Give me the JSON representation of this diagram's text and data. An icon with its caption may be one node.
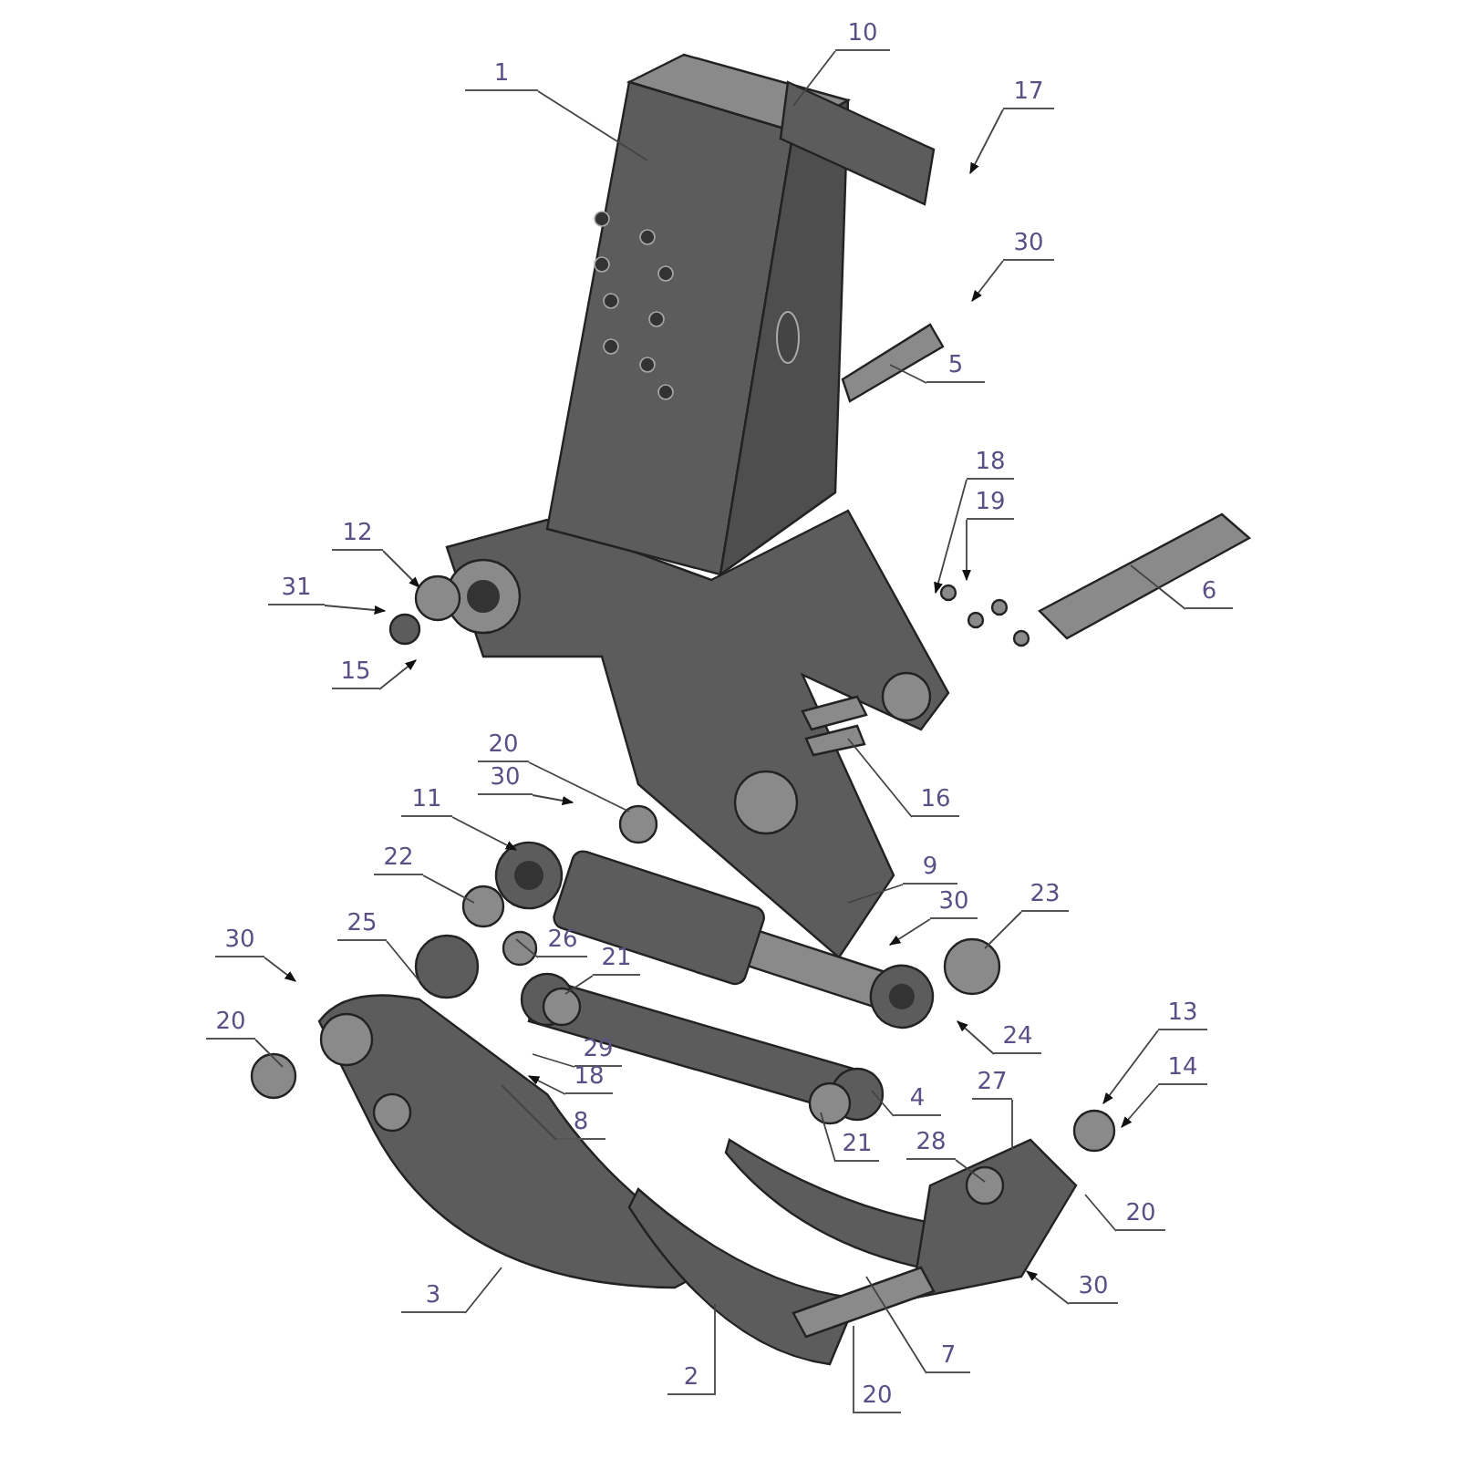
{
  "diagram": {
    "nodes": [
      {
        "text": [
          "1"
        ]
      },
      {
        "text": [
          "10"
        ]
      },
      {
        "text": [
          "17"
        ]
      },
      {
        "text": [
          "30"
        ]
      },
      {
        "text": [
          "5"
        ]
      },
      {
        "text": [
          "18"
        ]
      },
      {
        "text": [
          "19"
        ]
      },
      {
        "text": [
          "6"
        ]
      },
      {
        "text": [
          "12"
        ]
      },
      {
        "text": [
          "31"
        ]
      },
      {
        "text": [
          "15"
        ]
      },
      {
        "text": [
          "16"
        ]
      },
      {
        "text": [
          "20"
        ]
      },
      {
        "text": [
          "30"
        ]
      },
      {
        "text": [
          "11"
        ]
      },
      {
        "text": [
          "9"
        ]
      },
      {
        "text": [
          "30"
        ]
      },
      {
        "text": [
          "23"
        ]
      },
      {
        "text": [
          "22"
        ]
      },
      {
        "text": [
          "25"
        ]
      },
      {
        "text": [
          "26"
        ]
      },
      {
        "text": [
          "30"
        ]
      },
      {
        "text": [
          "21"
        ]
      },
      {
        "text": [
          "24"
        ]
      },
      {
        "text": [
          "13"
        ]
      },
      {
        "text": [
          "14"
        ]
      },
      {
        "text": [
          "20"
        ]
      },
      {
        "text": [
          "29"
        ]
      },
      {
        "text": [
          "18"
        ]
      },
      {
        "text": [
          "8"
        ]
      },
      {
        "text": [
          "4"
        ]
      },
      {
        "text": [
          "21"
        ]
      },
      {
        "text": [
          "27"
        ]
      },
      {
        "text": [
          "28"
        ]
      },
      {
        "text": [
          "20"
        ]
      },
      {
        "text": [
          "30"
        ]
      },
      {
        "text": [
          "3"
        ]
      },
      {
        "text": [
          "7"
        ]
      },
      {
        "text": [
          "2"
        ]
      },
      {
        "text": [
          "20"
        ]
      }
    ],
    "edges": [
      {
        "from": 0,
        "to": null,
        "arrow": "none"
      },
      {
        "from": 1,
        "to": null,
        "arrow": "none"
      },
      {
        "from": 2,
        "to": null,
        "arrow": "to"
      },
      {
        "from": 3,
        "to": null,
        "arrow": "to"
      },
      {
        "from": 4,
        "to": null,
        "arrow": "none"
      },
      {
        "from": 5,
        "to": null,
        "arrow": "to"
      },
      {
        "from": 6,
        "to": null,
        "arrow": "to"
      },
      {
        "from": 7,
        "to": null,
        "arrow": "none"
      },
      {
        "from": 8,
        "to": null,
        "arrow": "to"
      },
      {
        "from": 9,
        "to": null,
        "arrow": "to"
      },
      {
        "from": 10,
        "to": null,
        "arrow": "to"
      },
      {
        "from": 11,
        "to": null,
        "arrow": "none"
      },
      {
        "from": 12,
        "to": null,
        "arrow": "none"
      },
      {
        "from": 13,
        "to": null,
        "arrow": "to"
      },
      {
        "from": 14,
        "to": null,
        "arrow": "to"
      },
      {
        "from": 15,
        "to": null,
        "arrow": "none"
      },
      {
        "from": 16,
        "to": null,
        "arrow": "to"
      },
      {
        "from": 17,
        "to": null,
        "arrow": "none"
      },
      {
        "from": 18,
        "to": null,
        "arrow": "none"
      },
      {
        "from": 19,
        "to": null,
        "arrow": "none"
      },
      {
        "from": 20,
        "to": null,
        "arrow": "none"
      },
      {
        "from": 21,
        "to": null,
        "arrow": "to"
      },
      {
        "from": 22,
        "to": null,
        "arrow": "none"
      },
      {
        "from": 23,
        "to": null,
        "arrow": "to"
      },
      {
        "from": 24,
        "to": null,
        "arrow": "to"
      },
      {
        "from": 25,
        "to": null,
        "arrow": "to"
      },
      {
        "from": 26,
        "to": null,
        "arrow": "none"
      },
      {
        "from": 27,
        "to": null,
        "arrow": "none"
      },
      {
        "from": 28,
        "to": null,
        "arrow": "to"
      },
      {
        "from": 29,
        "to": null,
        "arrow": "none"
      },
      {
        "from": 30,
        "to": null,
        "arrow": "none"
      },
      {
        "from": 31,
        "to": null,
        "arrow": "none"
      },
      {
        "from": 32,
        "to": null,
        "arrow": "none"
      },
      {
        "from": 33,
        "to": null,
        "arrow": "none"
      },
      {
        "from": 34,
        "to": null,
        "arrow": "none"
      },
      {
        "from": 35,
        "to": null,
        "arrow": "to"
      },
      {
        "from": 36,
        "to": null,
        "arrow": "none"
      },
      {
        "from": 37,
        "to": null,
        "arrow": "none"
      },
      {
        "from": 38,
        "to": null,
        "arrow": "none"
      },
      {
        "from": 39,
        "to": null,
        "arrow": "none"
      }
    ]
  }
}
